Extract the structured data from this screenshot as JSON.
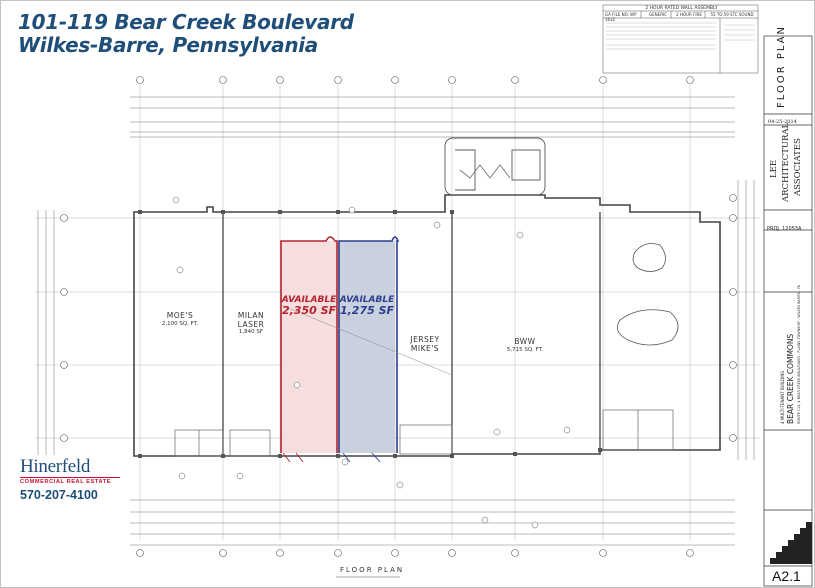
{
  "header": {
    "address_line1": "101-119 Bear Creek Boulevard",
    "address_line2": "Wilkes-Barre, Pennsylvania"
  },
  "units": [
    {
      "name": "MOE'S",
      "area": "2,100 SQ. FT."
    },
    {
      "name": "MILAN LASER",
      "area": "1,840 SF"
    },
    {
      "name": "JERSEY MIKE'S",
      "area": ""
    },
    {
      "name": "BWW",
      "area": "5,715 SQ. FT."
    }
  ],
  "available": [
    {
      "label": "AVAILABLE",
      "area": "2,350 SF",
      "color": "#b5232f",
      "fill": "#f6dede"
    },
    {
      "label": "AVAILABLE",
      "area": "1,275 SF",
      "color": "#2c3e8f",
      "fill": "#c9d1de"
    }
  ],
  "brand": {
    "name": "Hinerfeld",
    "tagline": "COMMERCIAL REAL ESTATE",
    "phone": "570-207-4100"
  },
  "plan_caption": "FLOOR PLAN",
  "wall_assembly": {
    "title": "2 HOUR RATED WALL ASSEMBLY",
    "cells": [
      "GA FILE NO. WP 1632",
      "GENERIC",
      "2 HOUR FIRE",
      "55 TO 59 STC SOUND"
    ]
  },
  "title_block": {
    "sheet_title": "FLOOR PLAN",
    "date": "04-25-2014",
    "firm_line1": "LEE",
    "firm_line2": "ARCHITECTURAL",
    "firm_line3": "ASSOCIATES",
    "project_no": "PROJ. 12053A",
    "project_name": "BEAR CREEK COMMONS",
    "project_sub": "4 MULTI-TENANT BUILDING",
    "project_addr": "ROUTE 115, 4 BEAR CREEK BOULEVARD - PLAINS TOWNSHIP - WILKES BARRE - PA",
    "sheet_no": "A2.1"
  },
  "colors": {
    "brand_blue": "#1f4e79",
    "brand_red": "#c8102e"
  }
}
